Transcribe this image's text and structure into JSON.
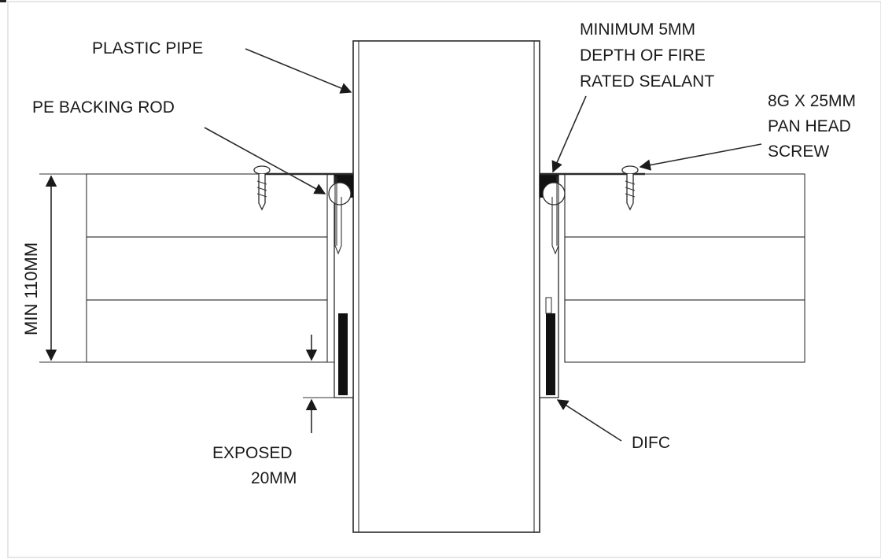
{
  "labels": {
    "plastic_pipe": "PLASTIC PIPE",
    "pe_backing_rod": "PE BACKING ROD",
    "sealant": [
      "MINIMUM 5MM",
      "DEPTH OF FIRE",
      "RATED SEALANT"
    ],
    "screw": [
      "8G X 25MM",
      "PAN HEAD",
      "SCREW"
    ],
    "min_thickness": "MIN 110MM",
    "exposed": [
      "EXPOSED",
      "20MM"
    ],
    "difc": "DIFC"
  },
  "colors": {
    "background": "#ffffff",
    "frame": "#dcdcdc",
    "line": "#2a2a2a",
    "fill_black": "#111111"
  }
}
